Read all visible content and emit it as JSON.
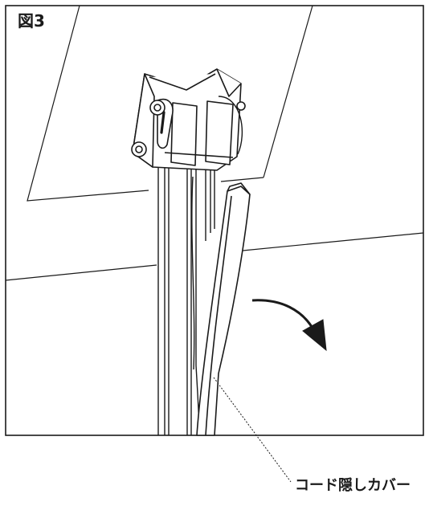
{
  "figure": {
    "number_label": "図3",
    "callout_label": "コード隠しカバー"
  },
  "colors": {
    "line": "#1a1a1a",
    "background": "#ffffff"
  },
  "parts": {
    "frame": "figure-frame",
    "wall_panel": "wall-panel-outline",
    "floor_line": "floor-edge-line",
    "mount_bracket": "ceiling-mount-bracket",
    "pole": "stand-pole",
    "cover": "cord-cover-strip",
    "arrow": "curved-arrow-icon",
    "leader": "callout-leader-line"
  }
}
